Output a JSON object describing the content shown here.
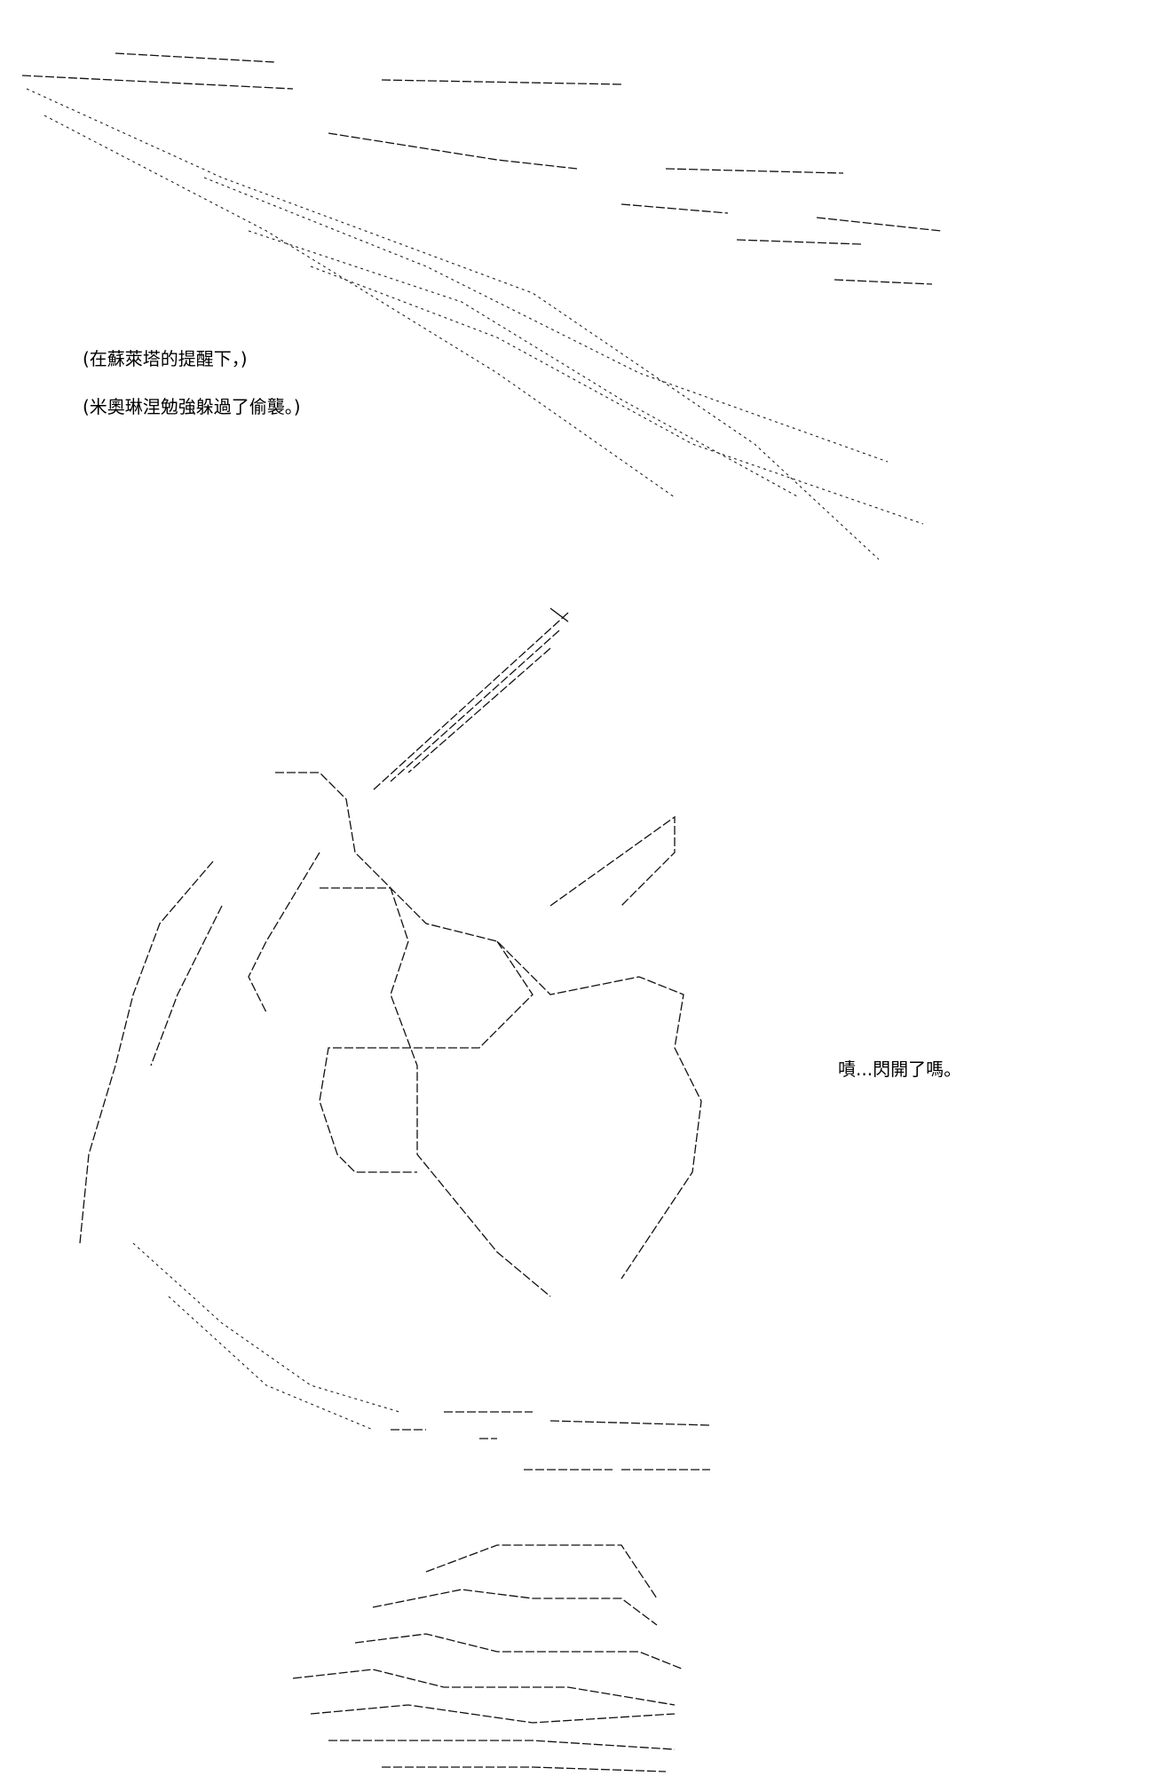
{
  "narration": [
    "(在蘇萊塔的提醒下，)",
    "(米奧琳涅勉強躲過了偷襲。)"
  ],
  "dialogue": "嘖...閃開了嗎。"
}
